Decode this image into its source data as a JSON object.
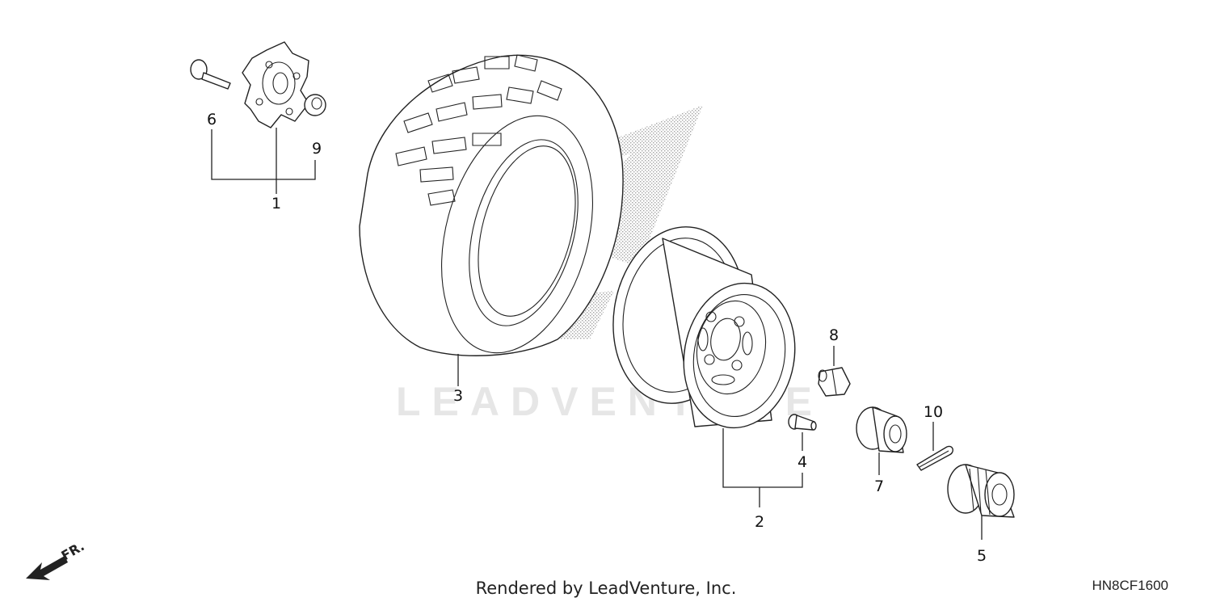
{
  "diagram": {
    "watermark": "LEADVENTURE",
    "caption": "Rendered by LeadVenture, Inc.",
    "diagram_code": "HN8CF1600",
    "direction_label": "FR.",
    "callouts": {
      "p1": "1",
      "p2": "2",
      "p3": "3",
      "p4": "4",
      "p5": "5",
      "p6": "6",
      "p7": "7",
      "p8": "8",
      "p9": "9",
      "p10": "10"
    }
  }
}
